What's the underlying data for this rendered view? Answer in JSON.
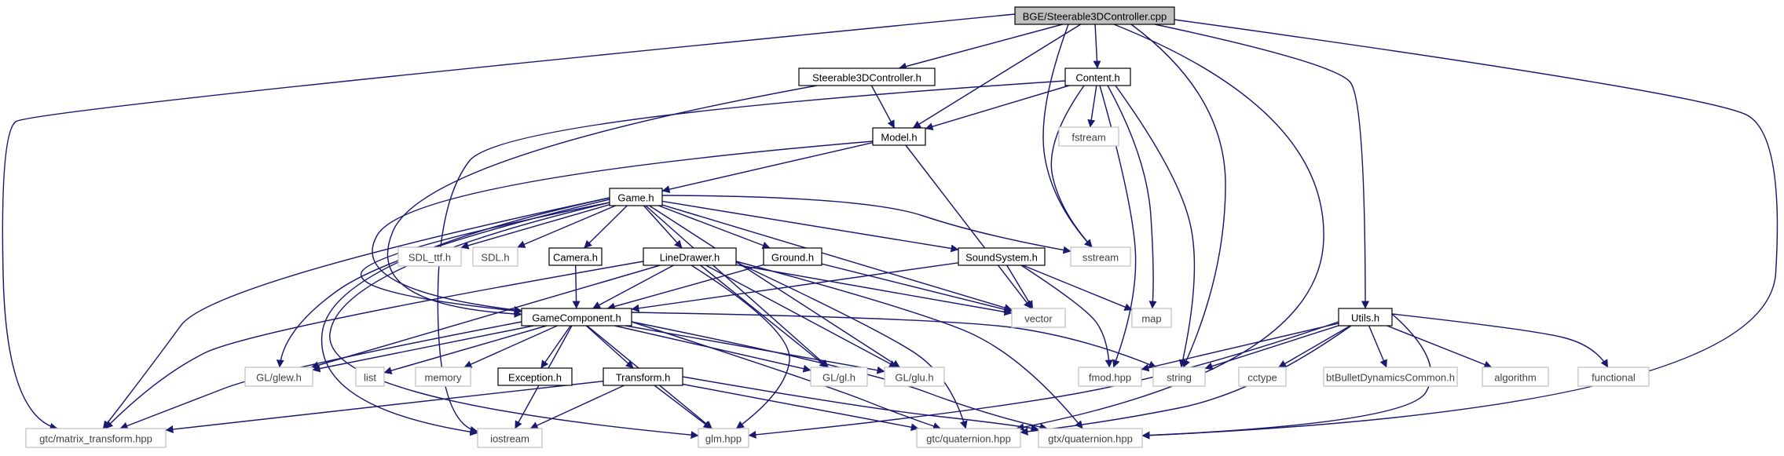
{
  "colors": {
    "edge": "#191970",
    "main_fill": "#bfbfbf",
    "local_border": "#000000",
    "system_border": "#bfbfbf",
    "background": "#ffffff"
  },
  "nodes": [
    {
      "id": "main",
      "label": "BGE/Steerable3DController.cpp",
      "kind": "main"
    },
    {
      "id": "steerable_h",
      "label": "Steerable3DController.h",
      "kind": "local"
    },
    {
      "id": "content_h",
      "label": "Content.h",
      "kind": "local"
    },
    {
      "id": "model_h",
      "label": "Model.h",
      "kind": "local"
    },
    {
      "id": "fstream",
      "label": "fstream",
      "kind": "system"
    },
    {
      "id": "game_h",
      "label": "Game.h",
      "kind": "local"
    },
    {
      "id": "sdl_ttf",
      "label": "SDL_ttf.h",
      "kind": "system"
    },
    {
      "id": "sdl_h",
      "label": "SDL.h",
      "kind": "system"
    },
    {
      "id": "camera_h",
      "label": "Camera.h",
      "kind": "local"
    },
    {
      "id": "linedrawer_h",
      "label": "LineDrawer.h",
      "kind": "local"
    },
    {
      "id": "ground_h",
      "label": "Ground.h",
      "kind": "local"
    },
    {
      "id": "soundsystem_h",
      "label": "SoundSystem.h",
      "kind": "local"
    },
    {
      "id": "sstream",
      "label": "sstream",
      "kind": "system"
    },
    {
      "id": "vector",
      "label": "vector",
      "kind": "system"
    },
    {
      "id": "map",
      "label": "map",
      "kind": "system"
    },
    {
      "id": "gamecomponent_h",
      "label": "GameComponent.h",
      "kind": "local"
    },
    {
      "id": "utils_h",
      "label": "Utils.h",
      "kind": "local"
    },
    {
      "id": "glew_h",
      "label": "GL/glew.h",
      "kind": "system"
    },
    {
      "id": "list",
      "label": "list",
      "kind": "system"
    },
    {
      "id": "memory",
      "label": "memory",
      "kind": "system"
    },
    {
      "id": "exception_h",
      "label": "Exception.h",
      "kind": "local"
    },
    {
      "id": "gl_h",
      "label": "GL/gl.h",
      "kind": "system"
    },
    {
      "id": "glu_h",
      "label": "GL/glu.h",
      "kind": "system"
    },
    {
      "id": "fmod_hpp",
      "label": "fmod.hpp",
      "kind": "system"
    },
    {
      "id": "string",
      "label": "string",
      "kind": "system"
    },
    {
      "id": "cctype",
      "label": "cctype",
      "kind": "system"
    },
    {
      "id": "btbullet",
      "label": "btBulletDynamicsCommon.h",
      "kind": "system"
    },
    {
      "id": "algorithm",
      "label": "algorithm",
      "kind": "system"
    },
    {
      "id": "functional",
      "label": "functional",
      "kind": "system"
    },
    {
      "id": "transform_h",
      "label": "Transform.h",
      "kind": "local"
    },
    {
      "id": "matrix_transform",
      "label": "gtc/matrix_transform.hpp",
      "kind": "system"
    },
    {
      "id": "iostream",
      "label": "iostream",
      "kind": "system"
    },
    {
      "id": "glm_hpp",
      "label": "glm.hpp",
      "kind": "system"
    },
    {
      "id": "gtc_quaternion",
      "label": "gtc/quaternion.hpp",
      "kind": "system"
    },
    {
      "id": "gtx_quaternion",
      "label": "gtx/quaternion.hpp",
      "kind": "system"
    }
  ],
  "edges": [
    {
      "from": "main",
      "to": "steerable_h"
    },
    {
      "from": "main",
      "to": "content_h"
    },
    {
      "from": "main",
      "to": "model_h"
    },
    {
      "from": "main",
      "to": "sstream"
    },
    {
      "from": "main",
      "to": "string"
    },
    {
      "from": "main",
      "to": "utils_h"
    },
    {
      "from": "main",
      "to": "matrix_transform"
    },
    {
      "from": "main",
      "to": "gtx_quaternion"
    },
    {
      "from": "main",
      "to": "gtc_quaternion"
    },
    {
      "from": "steerable_h",
      "to": "model_h"
    },
    {
      "from": "steerable_h",
      "to": "gamecomponent_h"
    },
    {
      "from": "content_h",
      "to": "model_h"
    },
    {
      "from": "content_h",
      "to": "fstream"
    },
    {
      "from": "content_h",
      "to": "sstream"
    },
    {
      "from": "content_h",
      "to": "map"
    },
    {
      "from": "content_h",
      "to": "fmod_hpp"
    },
    {
      "from": "content_h",
      "to": "string"
    },
    {
      "from": "content_h",
      "to": "iostream"
    },
    {
      "from": "model_h",
      "to": "game_h"
    },
    {
      "from": "model_h",
      "to": "vector"
    },
    {
      "from": "model_h",
      "to": "gamecomponent_h"
    },
    {
      "from": "game_h",
      "to": "sdl_ttf"
    },
    {
      "from": "game_h",
      "to": "sdl_h"
    },
    {
      "from": "game_h",
      "to": "camera_h"
    },
    {
      "from": "game_h",
      "to": "linedrawer_h"
    },
    {
      "from": "game_h",
      "to": "ground_h"
    },
    {
      "from": "game_h",
      "to": "soundsystem_h"
    },
    {
      "from": "game_h",
      "to": "sstream"
    },
    {
      "from": "game_h",
      "to": "vector"
    },
    {
      "from": "game_h",
      "to": "gamecomponent_h"
    },
    {
      "from": "game_h",
      "to": "glew_h"
    },
    {
      "from": "game_h",
      "to": "gl_h"
    },
    {
      "from": "game_h",
      "to": "glu_h"
    },
    {
      "from": "game_h",
      "to": "matrix_transform"
    },
    {
      "from": "game_h",
      "to": "iostream"
    },
    {
      "from": "game_h",
      "to": "glm_hpp"
    },
    {
      "from": "camera_h",
      "to": "gamecomponent_h"
    },
    {
      "from": "linedrawer_h",
      "to": "gamecomponent_h"
    },
    {
      "from": "linedrawer_h",
      "to": "vector"
    },
    {
      "from": "linedrawer_h",
      "to": "glew_h"
    },
    {
      "from": "linedrawer_h",
      "to": "gl_h"
    },
    {
      "from": "linedrawer_h",
      "to": "glu_h"
    },
    {
      "from": "linedrawer_h",
      "to": "matrix_transform"
    },
    {
      "from": "linedrawer_h",
      "to": "glm_hpp"
    },
    {
      "from": "linedrawer_h",
      "to": "gtc_quaternion"
    },
    {
      "from": "linedrawer_h",
      "to": "gtx_quaternion"
    },
    {
      "from": "ground_h",
      "to": "gamecomponent_h"
    },
    {
      "from": "ground_h",
      "to": "vector"
    },
    {
      "from": "soundsystem_h",
      "to": "gamecomponent_h"
    },
    {
      "from": "soundsystem_h",
      "to": "vector"
    },
    {
      "from": "soundsystem_h",
      "to": "map"
    },
    {
      "from": "soundsystem_h",
      "to": "fmod_hpp"
    },
    {
      "from": "gamecomponent_h",
      "to": "glew_h"
    },
    {
      "from": "gamecomponent_h",
      "to": "list"
    },
    {
      "from": "gamecomponent_h",
      "to": "memory"
    },
    {
      "from": "gamecomponent_h",
      "to": "exception_h"
    },
    {
      "from": "gamecomponent_h",
      "to": "transform_h"
    },
    {
      "from": "gamecomponent_h",
      "to": "gl_h"
    },
    {
      "from": "gamecomponent_h",
      "to": "glu_h"
    },
    {
      "from": "gamecomponent_h",
      "to": "string"
    },
    {
      "from": "gamecomponent_h",
      "to": "matrix_transform"
    },
    {
      "from": "gamecomponent_h",
      "to": "iostream"
    },
    {
      "from": "gamecomponent_h",
      "to": "glm_hpp"
    },
    {
      "from": "gamecomponent_h",
      "to": "gtc_quaternion"
    },
    {
      "from": "gamecomponent_h",
      "to": "gtx_quaternion"
    },
    {
      "from": "transform_h",
      "to": "matrix_transform"
    },
    {
      "from": "transform_h",
      "to": "iostream"
    },
    {
      "from": "transform_h",
      "to": "glm_hpp"
    },
    {
      "from": "transform_h",
      "to": "gtc_quaternion"
    },
    {
      "from": "transform_h",
      "to": "gtx_quaternion"
    },
    {
      "from": "utils_h",
      "to": "fmod_hpp"
    },
    {
      "from": "utils_h",
      "to": "string"
    },
    {
      "from": "utils_h",
      "to": "cctype"
    },
    {
      "from": "utils_h",
      "to": "btbullet"
    },
    {
      "from": "utils_h",
      "to": "algorithm"
    },
    {
      "from": "utils_h",
      "to": "functional"
    },
    {
      "from": "utils_h",
      "to": "glm_hpp"
    },
    {
      "from": "utils_h",
      "to": "gtc_quaternion"
    },
    {
      "from": "utils_h",
      "to": "gtx_quaternion"
    }
  ]
}
